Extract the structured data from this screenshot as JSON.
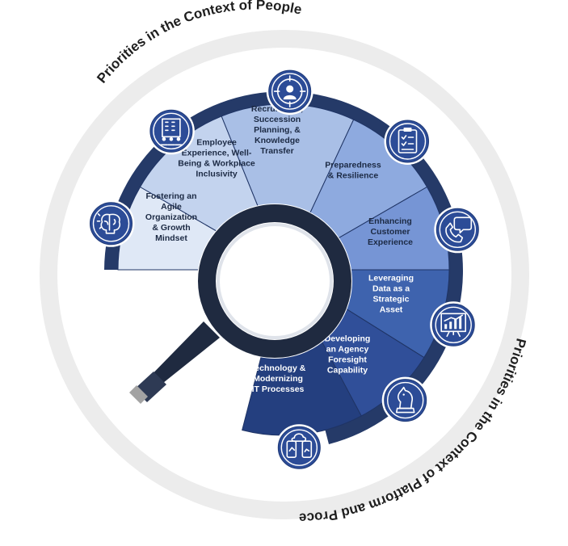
{
  "outer_ring": {
    "top_label": "Priorities in the Context of People",
    "bottom_label": "Priorities in the Context of Platform and Process"
  },
  "segments": [
    {
      "lines": [
        "Fostering an",
        "Agile",
        "Organization",
        "& Growth",
        "Mindset"
      ],
      "color": "#dfe8f6",
      "text_color": "#1c2a44",
      "icon": "brain-icon"
    },
    {
      "lines": [
        "Employee",
        "Experience, Well-",
        "Being & Workplace",
        "Inclusivity"
      ],
      "color": "#c3d3ee",
      "text_color": "#1c2a44",
      "icon": "building-people-icon"
    },
    {
      "lines": [
        "Recruitment,",
        "Succession",
        "Planning, &",
        "Knowledge",
        "Transfer"
      ],
      "color": "#a9bfe6",
      "text_color": "#1c2a44",
      "icon": "target-person-icon"
    },
    {
      "lines": [
        "Preparedness",
        "& Resilience"
      ],
      "color": "#8eaadf",
      "text_color": "#1c2a44",
      "icon": "clipboard-checklist-icon"
    },
    {
      "lines": [
        "Enhancing",
        "Customer",
        "Experience"
      ],
      "color": "#7695d5",
      "text_color": "#1c2a44",
      "icon": "phone-chat-icon"
    },
    {
      "lines": [
        "Leveraging",
        "Data as a",
        "Strategic",
        "Asset"
      ],
      "color": "#3e63ae",
      "text_color": "#ffffff",
      "icon": "chart-board-icon"
    },
    {
      "lines": [
        "Developing",
        "an Agency",
        "Foresight",
        "Capability"
      ],
      "color": "#304f99",
      "text_color": "#ffffff",
      "icon": "chess-knight-icon"
    },
    {
      "lines": [
        "Technology &",
        "Modernizing",
        "IT Processes"
      ],
      "color": "#243f7f",
      "text_color": "#ffffff",
      "icon": "devices-cloud-icon"
    }
  ],
  "colors": {
    "outer_ring": "#ececec",
    "rim": "#253a68",
    "icon_fill": "#2c4c97",
    "magnifier_dark": "#1f2a40",
    "magnifier_handle_end": "#a3a3a3"
  }
}
